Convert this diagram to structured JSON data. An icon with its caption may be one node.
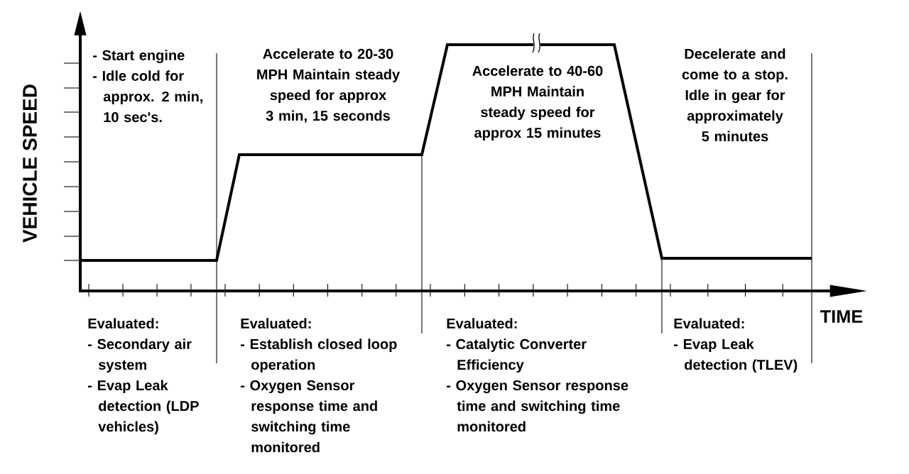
{
  "diagram": {
    "labels": [
      "VEHICLE SPEED",
      "- Start engine",
      "- Idle cold for approx. 2 min, 10 sec's.",
      "Accelerate to 20-30 MPH Maintain steady speed for approx 3 min, 15 seconds",
      "Accelerate to 40-60 MPH Maintain steady speed for approx 15 minutes",
      "Decelerate and come to a stop. Idle in gear for approximately 5 minutes",
      "TIME",
      "Evaluated:",
      "- Secondary air system",
      "- Evap Leak detection (LDP vehicles)",
      "Evaluated:",
      "- Establish closed loop operation",
      "- Oxygen Sensor response time and switching time monitored",
      "Evaluated:",
      "- Catalytic Converter Efficiency",
      "- Oxygen Sensor response time and switching time monitored",
      "Evaluated:",
      "- Evap Leak detection (TLEV)"
    ]
  }
}
